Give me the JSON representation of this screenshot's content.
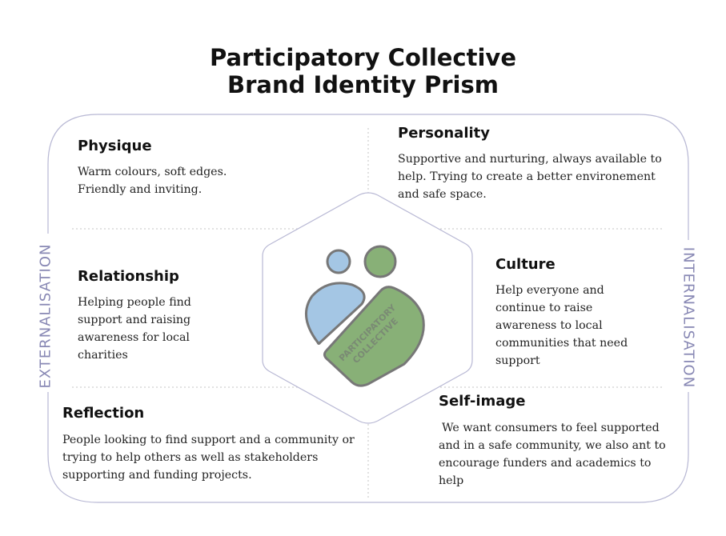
{
  "title": {
    "line1": "Participatory Collective",
    "line2": "Brand Identity Prism"
  },
  "side_labels": {
    "left": "EXTERNALISATION",
    "right": "INTERNALISATION"
  },
  "sections": {
    "physique": {
      "heading": "Physique",
      "text": "Warm colours, soft edges. Friendly and inviting."
    },
    "personality": {
      "heading": "Personality",
      "text": "Supportive and nurturing, always available to help. Trying to create a better environement and safe space."
    },
    "relationship": {
      "heading": "Relationship",
      "text": "Helping people find support and raising awareness for local charities"
    },
    "culture": {
      "heading": "Culture",
      "text": "Help everyone and continue to raise awareness to local communities that need support"
    },
    "reflection": {
      "heading": "Reflection",
      "text": "People looking to find support and a community or trying to help others as well as stakeholders supporting and funding projects."
    },
    "self_image": {
      "heading": "Self-image",
      "text": "We want consumers to feel supported and in a safe community, we also ant to encourage funders and academics to help"
    }
  },
  "logo": {
    "text_line1": "PARTICIPATORY",
    "text_line2": "COLLECTIVE"
  },
  "colors": {
    "frame": "#b8b8d4",
    "label": "#8888b4",
    "blue": "#a4c6e4",
    "green": "#88b077",
    "outline": "#777777"
  }
}
